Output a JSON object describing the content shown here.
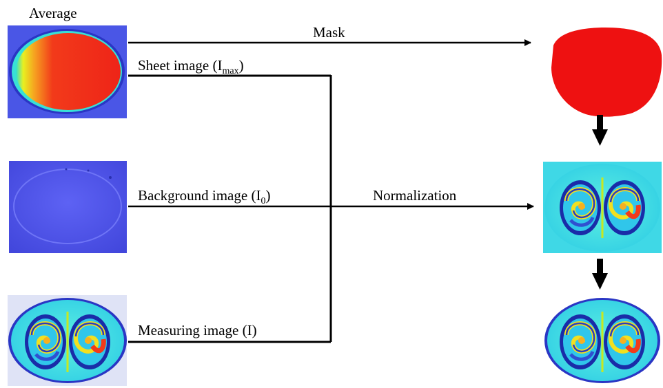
{
  "diagram": {
    "title_average": "Average",
    "label_mask": "Mask",
    "label_sheet_main": "Sheet image (I",
    "label_sheet_sub": "max",
    "label_sheet_close": ")",
    "label_background_main": "Background image (I",
    "label_background_sub": "0",
    "label_background_close": ")",
    "label_normalization": "Normalization",
    "label_measuring": "Measuring image (I)"
  },
  "colors": {
    "line": "#000000",
    "mask_red": "#ee1111",
    "background_blue": "#4f55ee",
    "field_cyan": "#35d6e6"
  }
}
